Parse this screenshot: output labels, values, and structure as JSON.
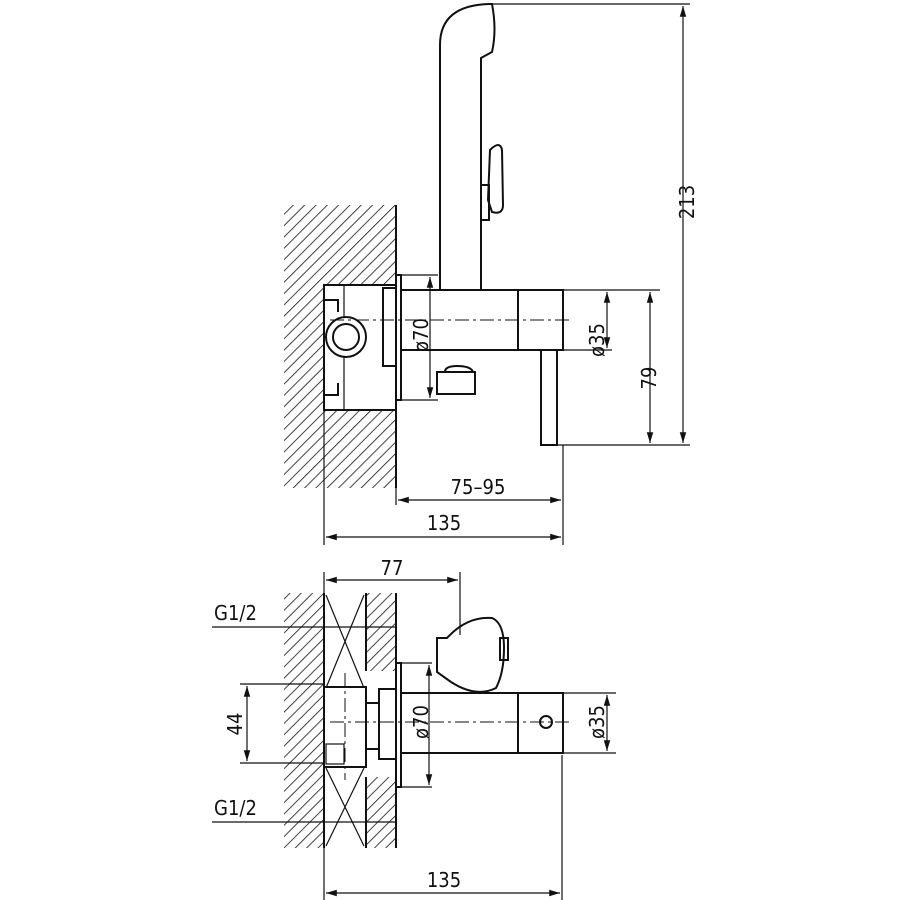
{
  "top_view": {
    "dim_height_total": "213",
    "dim_height_lever": "79",
    "dim_outlet_diameter": "ø35",
    "dim_flange_diameter": "ø70",
    "dim_wall_depth": "75–95",
    "dim_length": "135"
  },
  "bottom_view": {
    "dim_housing_depth": "77",
    "thread_top": "G1/2",
    "thread_bottom": "G1/2",
    "dim_inlet_spacing": "44",
    "dim_flange_diameter": "ø70",
    "dim_outlet_diameter": "ø35",
    "dim_length": "135"
  }
}
